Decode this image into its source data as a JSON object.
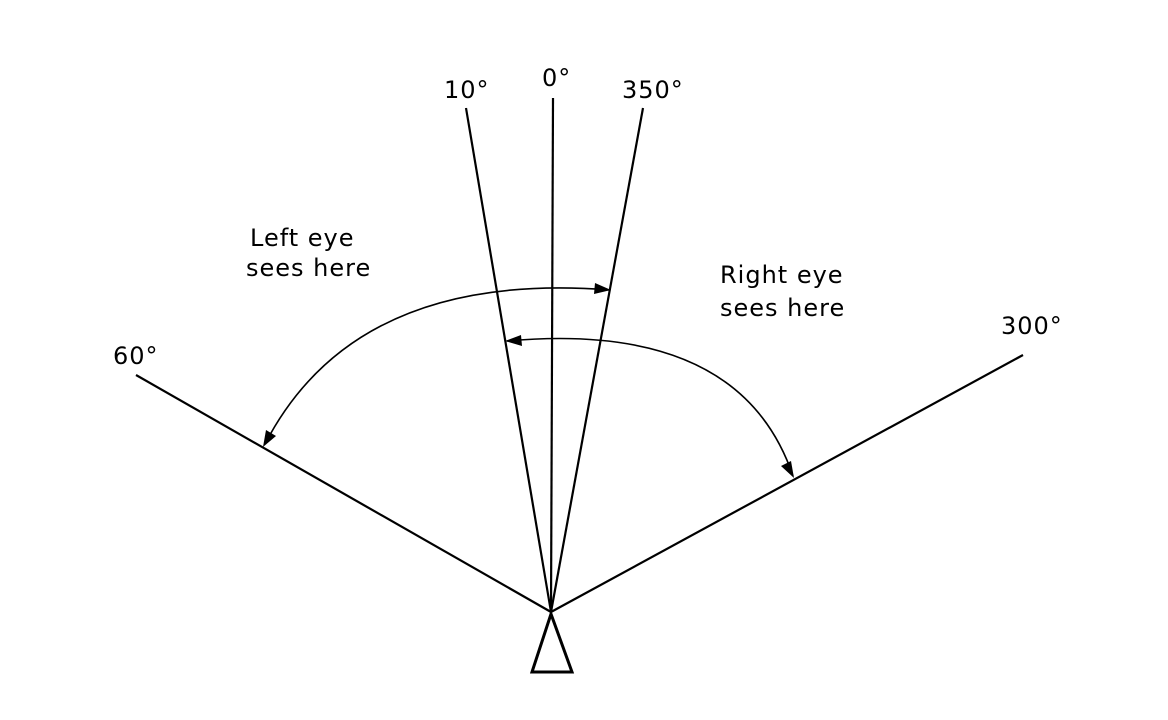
{
  "rays": [
    {
      "label": "10°",
      "angle_deg": 10
    },
    {
      "label": "0°",
      "angle_deg": 0
    },
    {
      "label": "350°",
      "angle_deg": 350
    },
    {
      "label": "60°",
      "angle_deg": 60
    },
    {
      "label": "300°",
      "angle_deg": 300
    }
  ],
  "left_eye": {
    "line1": "Left eye",
    "line2": "sees here",
    "from_deg": 60,
    "to_deg": 350
  },
  "right_eye": {
    "line1": "Right eye",
    "line2": "sees here",
    "from_deg": 10,
    "to_deg": 300
  },
  "colors": {
    "ink": "#000000",
    "background": "#ffffff"
  }
}
